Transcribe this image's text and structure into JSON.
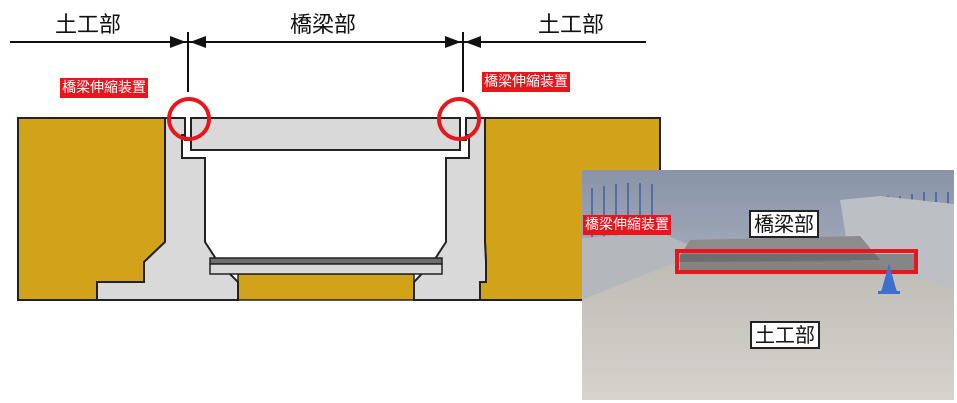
{
  "diagram": {
    "span_labels": {
      "left": "土工部",
      "center": "橋梁部",
      "right": "土工部"
    },
    "joint_label_left": "橋梁伸縮装置",
    "joint_label_right": "橋梁伸縮装置",
    "colors": {
      "soil": "#d2a219",
      "concrete": "#d9d9d9",
      "highlight": "#e8161c",
      "deck_dark": "#6e6e6e"
    }
  },
  "photo": {
    "joint_label": "橋梁伸縮装置",
    "bridge_label": "橋梁部",
    "earthwork_label": "土工部"
  }
}
